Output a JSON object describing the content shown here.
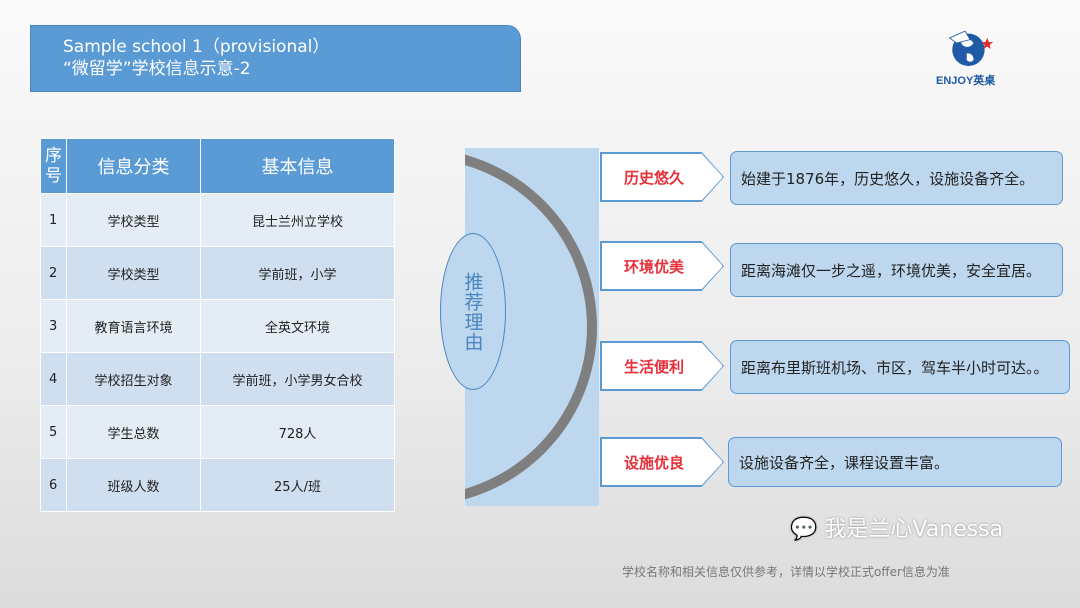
{
  "title": {
    "line1": "Sample school 1（provisional）",
    "line2": "“微留学”学校信息示意-2"
  },
  "logo": {
    "text": "ENJOY英桌"
  },
  "table": {
    "headers": [
      "序号",
      "信息分类",
      "基本信息"
    ],
    "rows": [
      [
        "1",
        "学校类型",
        "昆士兰州立学校"
      ],
      [
        "2",
        "学校类型",
        "学前班，小学"
      ],
      [
        "3",
        "教育语言环境",
        "全英文环境"
      ],
      [
        "4",
        "学校招生对象",
        "学前班，小学男女合校"
      ],
      [
        "5",
        "学生总数",
        "728人"
      ],
      [
        "6",
        "班级人数",
        "25人/班"
      ]
    ]
  },
  "center_label": "推荐理由",
  "reasons": [
    {
      "tag": "历史悠久",
      "text": "始建于1876年，历史悠久，设施设备齐全。"
    },
    {
      "tag": "环境优美",
      "text": "距离海滩仅一步之遥，环境优美，安全宜居。"
    },
    {
      "tag": "生活便利",
      "text": "距离布里斯班机场、市区，驾车半小时可达。。"
    },
    {
      "tag": "设施优良",
      "text": "设施设备齐全，课程设置丰富。"
    }
  ],
  "footer": "学校名称和相关信息仅供参考，详情以学校正式offer信息为准",
  "watermark": "我是兰心Vanessa"
}
